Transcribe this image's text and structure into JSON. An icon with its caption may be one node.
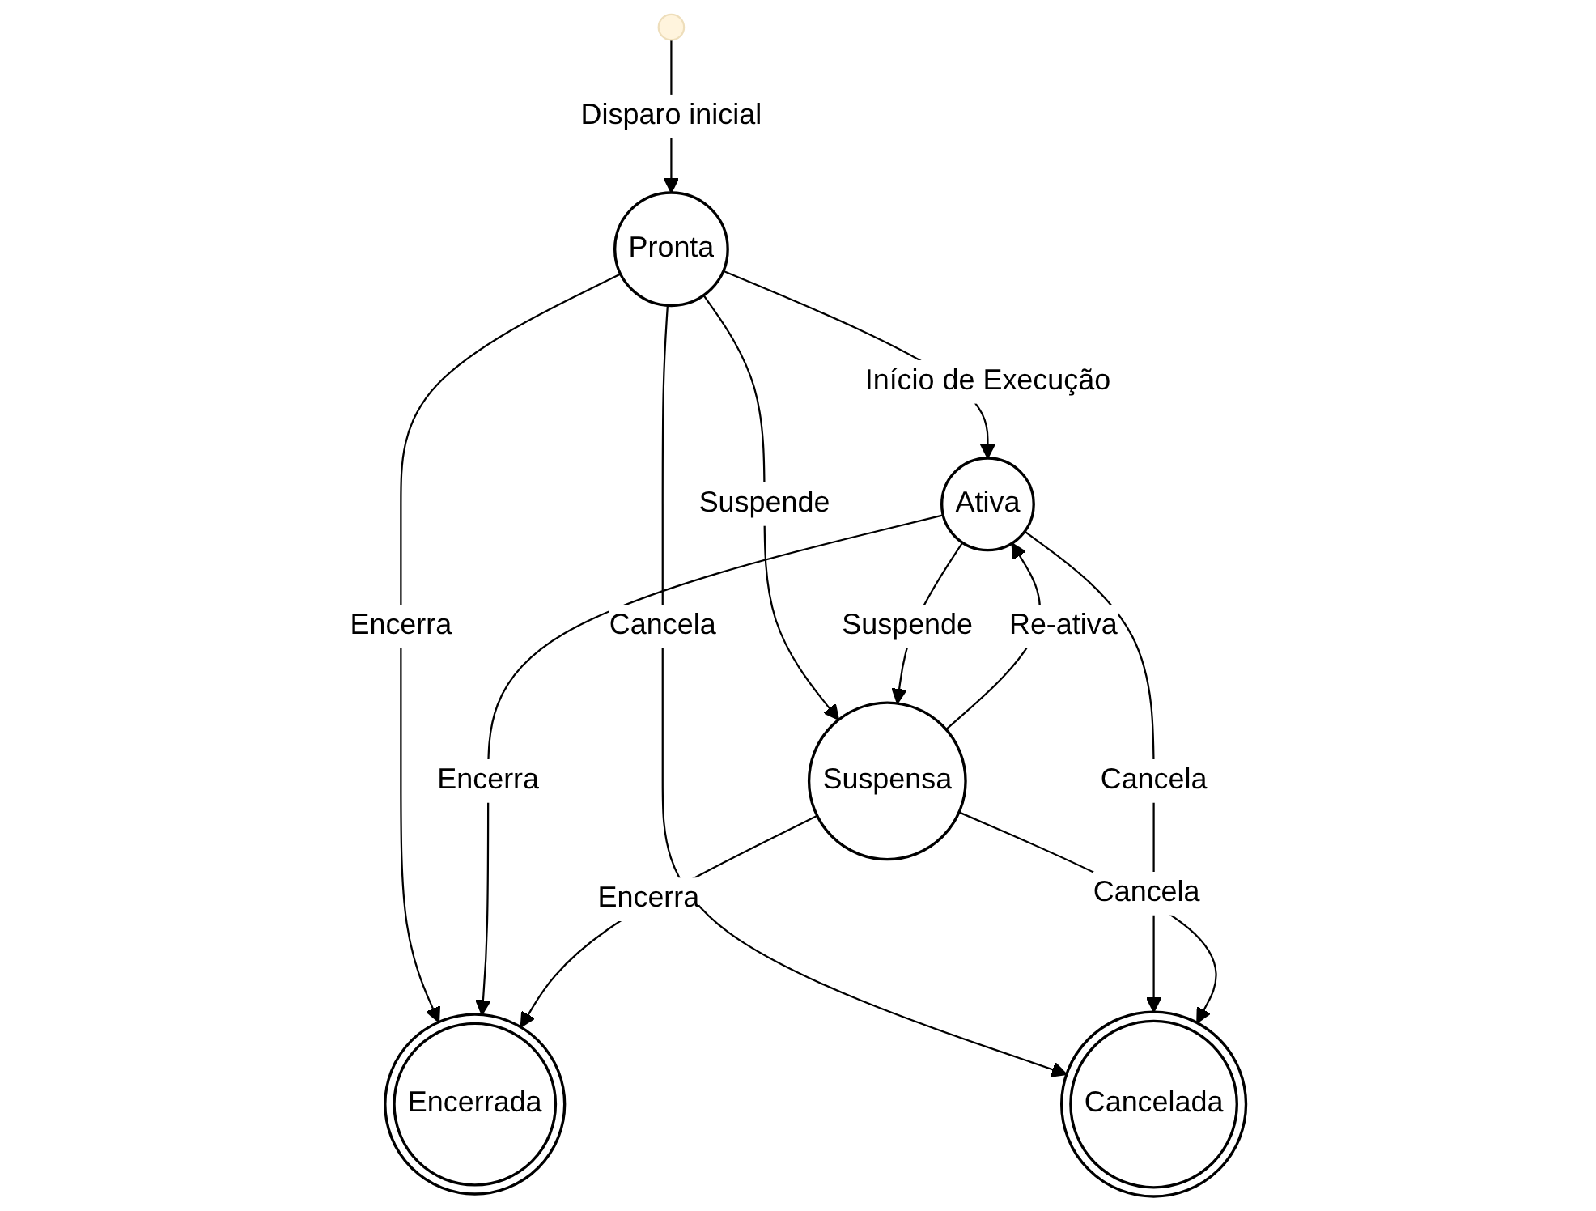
{
  "diagram": {
    "nodes": [
      {
        "text": [],
        "shape": "circle"
      },
      {
        "text": [
          "Pronta"
        ]
      },
      {
        "text": [
          "Ativa"
        ]
      },
      {
        "text": [
          "Suspensa"
        ]
      },
      {
        "text": [
          "Encerrada"
        ]
      },
      {
        "text": [
          "Cancelada"
        ]
      }
    ],
    "edges": [
      {
        "from": 0,
        "to": 1,
        "arrow": "to",
        "label": "Disparo inicial"
      },
      {
        "from": 1,
        "to": 2,
        "arrow": "to",
        "label": "Início de Execução"
      },
      {
        "from": 1,
        "to": 3,
        "arrow": "to",
        "label": "Suspende"
      },
      {
        "from": 1,
        "to": 5,
        "arrow": "to",
        "label": "Cancela"
      },
      {
        "from": 1,
        "to": 4,
        "arrow": "to",
        "label": "Encerra"
      },
      {
        "from": 2,
        "to": 3,
        "arrow": "to",
        "label": "Suspende"
      },
      {
        "from": 3,
        "to": 2,
        "arrow": "to",
        "label": "Re-ativa"
      },
      {
        "from": 2,
        "to": 4,
        "arrow": "to",
        "label": "Encerra"
      },
      {
        "from": 2,
        "to": 5,
        "arrow": "to",
        "label": "Cancela"
      },
      {
        "from": 3,
        "to": 4,
        "arrow": "to",
        "label": "Encerra"
      },
      {
        "from": 3,
        "to": 5,
        "arrow": "to",
        "label": "Cancela"
      }
    ]
  }
}
